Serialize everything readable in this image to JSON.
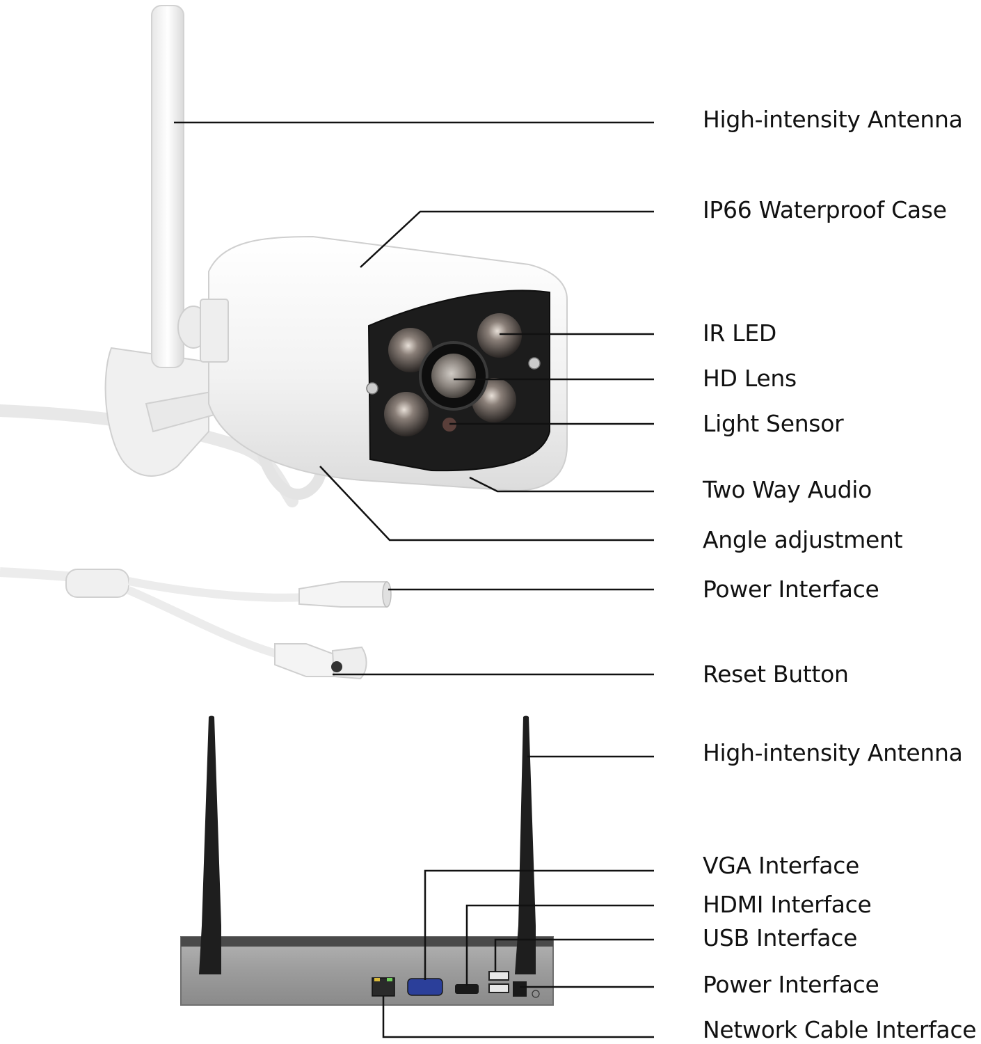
{
  "colors": {
    "leader_line": "#111111",
    "text": "#111111",
    "camera_body": "#f4f4f4",
    "camera_front": "#1c1c1c",
    "nvr_body": "#9a9a9a",
    "antenna_dark": "#1e1e1e"
  },
  "camera_labels": [
    {
      "id": "antenna",
      "text": "High-intensity Antenna"
    },
    {
      "id": "case",
      "text": "IP66 Waterproof Case"
    },
    {
      "id": "ir-led",
      "text": "IR LED"
    },
    {
      "id": "hd-lens",
      "text": "HD Lens"
    },
    {
      "id": "light-sensor",
      "text": "Light Sensor"
    },
    {
      "id": "two-way-audio",
      "text": "Two Way Audio"
    },
    {
      "id": "angle-adjustment",
      "text": "Angle adjustment"
    },
    {
      "id": "power-interface",
      "text": "Power Interface"
    },
    {
      "id": "reset-button",
      "text": "Reset Button"
    }
  ],
  "nvr_labels": [
    {
      "id": "nvr-antenna",
      "text": "High-intensity Antenna"
    },
    {
      "id": "vga",
      "text": "VGA Interface"
    },
    {
      "id": "hdmi",
      "text": "HDMI Interface"
    },
    {
      "id": "usb",
      "text": "USB Interface"
    },
    {
      "id": "nvr-power",
      "text": "Power Interface"
    },
    {
      "id": "network",
      "text": "Network Cable Interface"
    }
  ]
}
